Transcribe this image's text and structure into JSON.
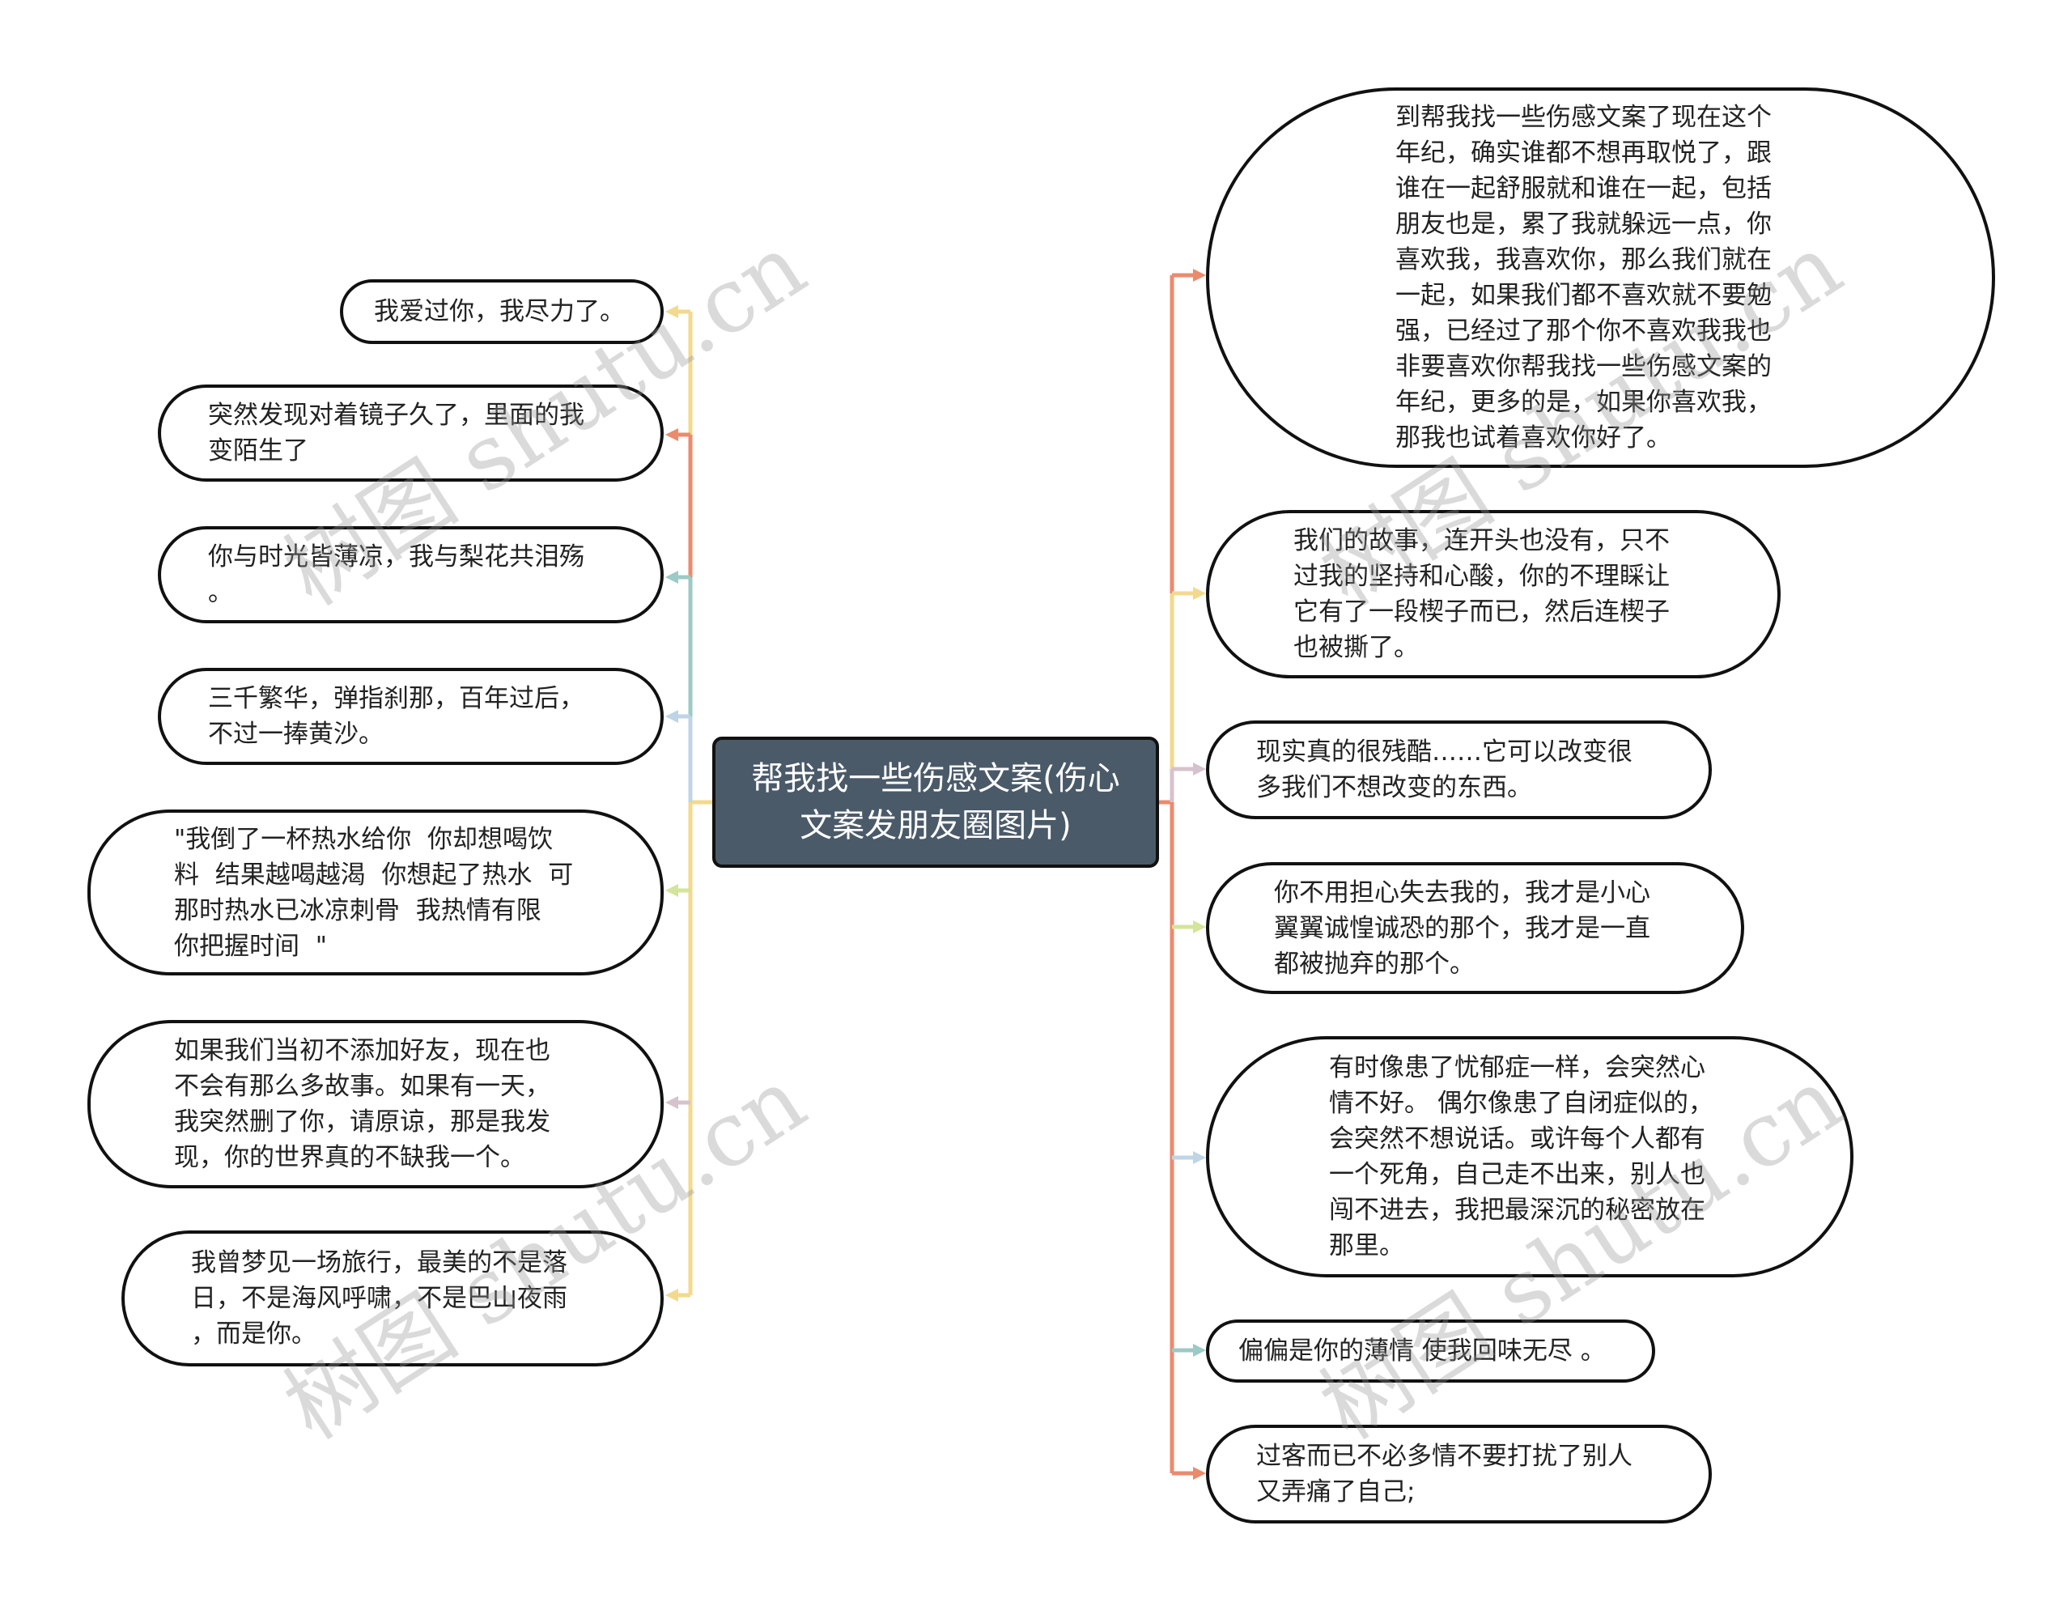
{
  "root": {
    "title": "帮我找一些伤感文案(伤心\n文案发朋友圈图片)",
    "fill": "#4a5a69"
  },
  "left_nodes": [
    {
      "text": "我爱过你，我尽力了。",
      "color": "#f3d98c"
    },
    {
      "text": "突然发现对着镜子久了，里面的我\n变陌生了",
      "color": "#ec8a6c"
    },
    {
      "text": "你与时光皆薄凉，我与梨花共泪殇\n。",
      "color": "#9ccac6"
    },
    {
      "text": "三千繁华，弹指刹那，百年过后，\n不过一捧黄沙。",
      "color": "#bfd4e4"
    },
    {
      "text": "\"我倒了一杯热水给你  你却想喝饮\n料  结果越喝越渴  你想起了热水  可\n那时热水已冰凉刺骨  我热情有限\n你把握时间  \"",
      "color": "#d4e49a"
    },
    {
      "text": "如果我们当初不添加好友，现在也\n不会有那么多故事。如果有一天，\n我突然删了你，请原谅，那是我发\n现，你的世界真的不缺我一个。",
      "color": "#d6c2cc"
    },
    {
      "text": "我曾梦见一场旅行，最美的不是落\n日，不是海风呼啸，不是巴山夜雨\n，而是你。",
      "color": "#f3d98c"
    }
  ],
  "right_nodes": [
    {
      "text": "到帮我找一些伤感文案了现在这个\n年纪，确实谁都不想再取悦了，跟\n谁在一起舒服就和谁在一起，包括\n朋友也是，累了我就躲远一点，你\n喜欢我，我喜欢你，那么我们就在\n一起，如果我们都不喜欢就不要勉\n强，已经过了那个你不喜欢我我也\n非要喜欢你帮我找一些伤感文案的\n年纪，更多的是，如果你喜欢我，\n那我也试着喜欢你好了。",
      "color": "#ec8a6c"
    },
    {
      "text": "我们的故事，连开头也没有，只不\n过我的坚持和心酸，你的不理睬让\n它有了一段楔子而已，然后连楔子\n也被撕了。",
      "color": "#f3d98c"
    },
    {
      "text": "现实真的很残酷……它可以改变很\n多我们不想改变的东西。",
      "color": "#d6c2cc"
    },
    {
      "text": "你不用担心失去我的，我才是小心\n翼翼诚惶诚恐的那个，我才是一直\n都被抛弃的那个。",
      "color": "#d4e49a"
    },
    {
      "text": "有时像患了忧郁症一样，会突然心\n情不好。 偶尔像患了自闭症似的，\n会突然不想说话。或许每个人都有\n一个死角，自己走不出来，别人也\n闯不进去，我把最深沉的秘密放在\n那里。",
      "color": "#bfd4e4"
    },
    {
      "text": "偏偏是你的薄情 使我回味无尽 。",
      "color": "#9ccac6"
    },
    {
      "text": "过客而已不必多情不要打扰了别人\n又弄痛了自己;",
      "color": "#ec8a6c"
    }
  ],
  "watermark": {
    "text": "树图 shutu.cn"
  }
}
